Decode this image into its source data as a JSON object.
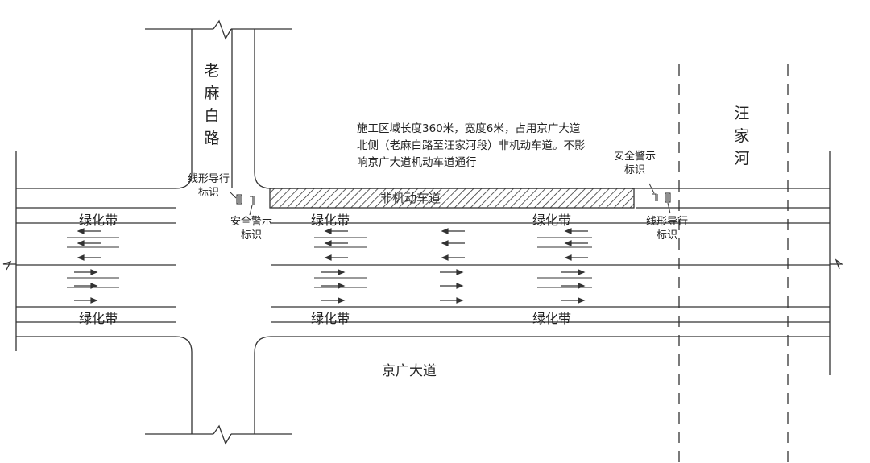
{
  "roads": {
    "side_road": "老麻白路",
    "main_road": "京广大道",
    "river": "汪家河"
  },
  "zone": {
    "label": "非机动车道",
    "note": "施工区域长度360米，宽度6米，占用京广大道北侧（老麻白路至汪家河段）非机动车道。不影响京广大道机动车道通行"
  },
  "median_label": "绿化带",
  "signs": {
    "guide": [
      "线形导行",
      "标识"
    ],
    "warning": [
      "安全警示",
      "标识"
    ]
  },
  "colors": {
    "line": "#333333",
    "hatch": "#333333",
    "background": "#ffffff"
  }
}
